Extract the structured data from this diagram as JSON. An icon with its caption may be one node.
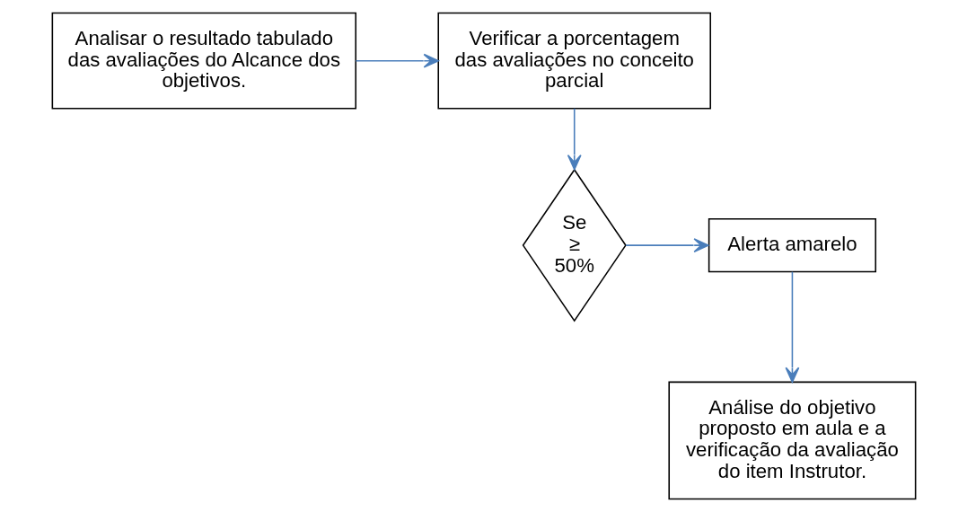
{
  "diagram": {
    "nodes": [
      {
        "text": [
          "Analisar o resultado tabulado das avaliações do Alcance dos objetivos."
        ]
      },
      {
        "text": [
          "Verificar a porcentagem das avaliações no conceito parcial"
        ]
      },
      {
        "text": [
          "Se ≥ 50%"
        ]
      },
      {
        "text": [
          "Alerta amarelo"
        ]
      },
      {
        "text": [
          "Análise do objetivo proposto em aula e a verificação da avaliação do item Instrutor."
        ]
      }
    ],
    "edges": [
      {
        "from": 0,
        "to": 1,
        "arrow": "to"
      },
      {
        "from": 1,
        "to": 2,
        "arrow": "to"
      },
      {
        "from": 2,
        "to": 3,
        "arrow": "to"
      },
      {
        "from": 3,
        "to": 4,
        "arrow": "to"
      }
    ]
  }
}
